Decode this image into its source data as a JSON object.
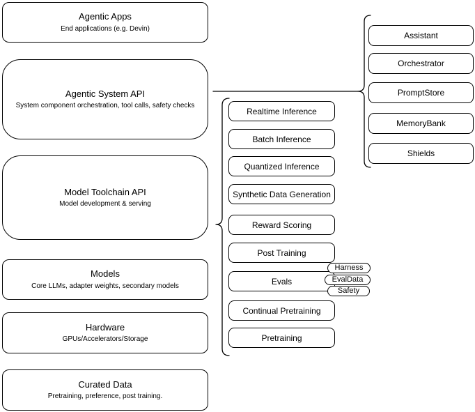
{
  "diagram": {
    "left_column": {
      "boxes": [
        {
          "title": "Agentic Apps",
          "subtitle": "End applications (e.g. Devin)"
        },
        {
          "title": "Agentic System API",
          "subtitle": "System component orchestration, tool calls, safety checks"
        },
        {
          "title": "Model Toolchain API",
          "subtitle": "Model development & serving"
        },
        {
          "title": "Models",
          "subtitle": "Core LLMs, adapter weights, secondary models"
        },
        {
          "title": "Hardware",
          "subtitle": "GPUs/Accelerators/Storage"
        },
        {
          "title": "Curated Data",
          "subtitle": "Pretraining, preference, post training."
        }
      ]
    },
    "toolchain_services": {
      "items": [
        {
          "label": "Realtime Inference"
        },
        {
          "label": "Batch Inference"
        },
        {
          "label": "Quantized Inference"
        },
        {
          "label": "Synthetic Data Generation"
        },
        {
          "label": "Reward Scoring"
        },
        {
          "label": "Post Training"
        },
        {
          "label": "Evals"
        },
        {
          "label": "Continual Pretraining"
        },
        {
          "label": "Pretraining"
        }
      ]
    },
    "eval_pills": {
      "items": [
        {
          "label": "Harness"
        },
        {
          "label": "EvalData"
        },
        {
          "label": "Safety"
        }
      ]
    },
    "system_components": {
      "items": [
        {
          "label": "Assistant"
        },
        {
          "label": "Orchestrator"
        },
        {
          "label": "PromptStore"
        },
        {
          "label": "MemoryBank"
        },
        {
          "label": "Shields"
        }
      ]
    },
    "colors": {
      "stroke": "#000000",
      "node_fill": "#ffffff",
      "canvas_background": "#ffffff"
    }
  }
}
